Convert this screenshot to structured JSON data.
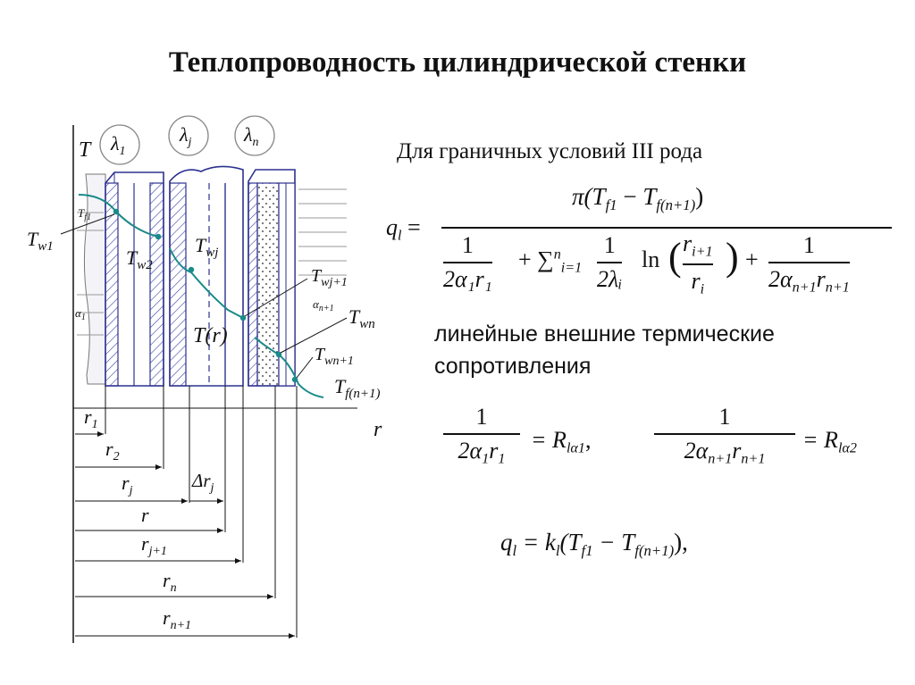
{
  "title": "Теплопроводность цилиндрической стенки",
  "boundary_text": "Для граничных условий III рода",
  "resistance_text_line1": "линейные внешние термические",
  "resistance_text_line2": "сопротивления",
  "formula_main": {
    "lhs": "q",
    "lhs_sub": "l",
    "eq": "=",
    "numerator": "π(T_f1 − T_f(n+1))",
    "num_pi": "π(",
    "num_T1": "T",
    "num_T1_sub": "f1",
    "num_minus": " − ",
    "num_T2": "T",
    "num_T2_sub": "f(n+1)",
    "num_close": ")",
    "den_one": "1",
    "den_2a1r1": "2α₁r₁",
    "den_plus": "+",
    "den_sum": "∑",
    "den_sum_sup": "n",
    "den_sum_sub": "i=1",
    "den_2lambda": "2λᵢ",
    "den_ln": "ln",
    "den_r_num": "r",
    "den_r_num_sub": "i+1",
    "den_r_den": "r",
    "den_r_den_sub": "i",
    "den_2an1": "2α",
    "den_2an1_sub1": "n+1",
    "den_2an1_r": "r",
    "den_2an1_sub2": "n+1"
  },
  "formula_r1": {
    "num": "1",
    "den_a": "2α",
    "den_a_sub": "1",
    "den_r": "r",
    "den_r_sub": "1",
    "eq": "= R",
    "rhs_sub": "lα1",
    "comma": ","
  },
  "formula_r2": {
    "num": "1",
    "den_a": "2α",
    "den_a_sub": "n+1",
    "den_r": "r",
    "den_r_sub": "n+1",
    "eq": "= R",
    "rhs_sub": "lα2"
  },
  "formula_ql": {
    "q": "q",
    "q_sub": "l",
    "eq": "= k",
    "k_sub": "l",
    "open": "(T",
    "t1_sub": "f1",
    "minus": " − T",
    "t2_sub": "f(n+1)",
    "close": "),"
  },
  "figure_labels": {
    "T": "T",
    "lambda1": "λ",
    "lambda1_sub": "1",
    "lambdaj": "λ",
    "lambdaj_sub": "j",
    "lambdan": "λ",
    "lambdan_sub": "n",
    "Tf1": "T",
    "Tf1_sub": "f1",
    "Tw1": "T",
    "Tw1_sub": "w1",
    "Tw2": "T",
    "Tw2_sub": "w2",
    "Twj": "T",
    "Twj_sub": "wj",
    "Tr": "T(r)",
    "Twj1": "T",
    "Twj1_sub": "wj+1",
    "alpha1": "α",
    "alpha1_sub": "1",
    "alphan1": "α",
    "alphan1_sub": "n+1",
    "Twn": "T",
    "Twn_sub": "wn",
    "Twn1": "T",
    "Twn1_sub": "wn+1",
    "Tfn1": "T",
    "Tfn1_sub": "f(n+1)",
    "r_axis": "r",
    "r1": "r",
    "r1_sub": "1",
    "r2": "r",
    "r2_sub": "2",
    "rj": "r",
    "rj_sub": "j",
    "drj": "Δr",
    "drj_sub": "j",
    "r": "r",
    "rj1": "r",
    "rj1_sub": "j+1",
    "rn": "r",
    "rn_sub": "n",
    "rn1": "r",
    "rn1_sub": "n+1"
  }
}
